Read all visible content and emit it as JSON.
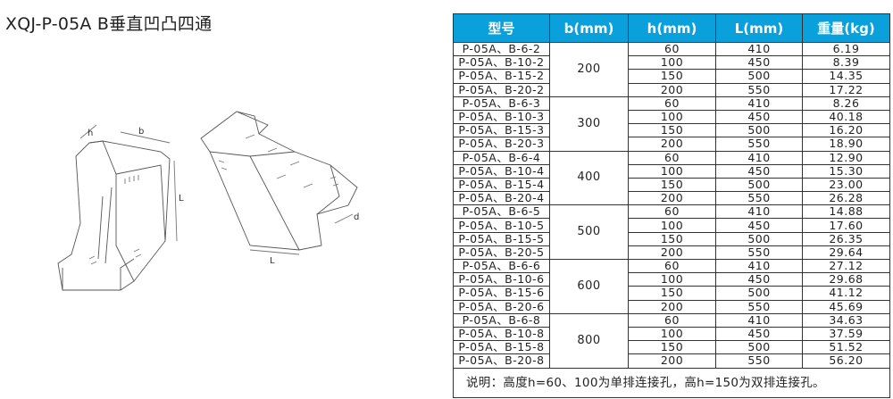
{
  "title": "XQJ-P-05A B垂直凹凸四通",
  "drawing_labels": {
    "b": "b",
    "h": "h",
    "L": "L",
    "d": "d"
  },
  "table": {
    "headers": [
      "型号",
      "b(mm)",
      "h(mm)",
      "L(mm)",
      "重量(kg)"
    ],
    "groups": [
      {
        "b": "200",
        "rows": [
          [
            "P-05A、B-6-2",
            "60",
            "410",
            "6.19"
          ],
          [
            "P-05A、B-10-2",
            "100",
            "450",
            "8.39"
          ],
          [
            "P-05A、B-15-2",
            "150",
            "500",
            "14.35"
          ],
          [
            "P-05A、B-20-2",
            "200",
            "550",
            "17.22"
          ]
        ]
      },
      {
        "b": "300",
        "rows": [
          [
            "P-05A、B-6-3",
            "60",
            "410",
            "8.26"
          ],
          [
            "P-05A、B-10-3",
            "100",
            "450",
            "40.18"
          ],
          [
            "P-05A、B-15-3",
            "150",
            "500",
            "16.20"
          ],
          [
            "P-05A、B-20-3",
            "200",
            "550",
            "18.90"
          ]
        ]
      },
      {
        "b": "400",
        "rows": [
          [
            "P-05A、B-6-4",
            "60",
            "410",
            "12.90"
          ],
          [
            "P-05A、B-10-4",
            "100",
            "450",
            "15.30"
          ],
          [
            "P-05A、B-15-4",
            "150",
            "500",
            "23.00"
          ],
          [
            "P-05A、B-20-4",
            "200",
            "550",
            "26.28"
          ]
        ]
      },
      {
        "b": "500",
        "rows": [
          [
            "P-05A、B-6-5",
            "60",
            "410",
            "14.88"
          ],
          [
            "P-05A、B-10-5",
            "100",
            "450",
            "17.60"
          ],
          [
            "P-05A、B-15-5",
            "150",
            "500",
            "26.35"
          ],
          [
            "P-05A、B-20-5",
            "200",
            "550",
            "29.64"
          ]
        ]
      },
      {
        "b": "600",
        "rows": [
          [
            "P-05A、B-6-6",
            "60",
            "410",
            "27.12"
          ],
          [
            "P-05A、B-10-6",
            "100",
            "450",
            "29.68"
          ],
          [
            "P-05A、B-15-6",
            "150",
            "500",
            "41.12"
          ],
          [
            "P-05A、B-20-6",
            "200",
            "550",
            "45.69"
          ]
        ]
      },
      {
        "b": "800",
        "rows": [
          [
            "P-05A、B-6-8",
            "60",
            "410",
            "34.63"
          ],
          [
            "P-05A、B-10-8",
            "100",
            "450",
            "37.59"
          ],
          [
            "P-05A、B-15-8",
            "150",
            "500",
            "51.52"
          ],
          [
            "P-05A、B-20-8",
            "200",
            "550",
            "56.20"
          ]
        ]
      }
    ],
    "note": "说明：高度h=60、100为单排连接孔，高h=150为双排连接孔。"
  },
  "colors": {
    "header_bg": "#0aa0dc",
    "header_text": "#ffffff"
  }
}
